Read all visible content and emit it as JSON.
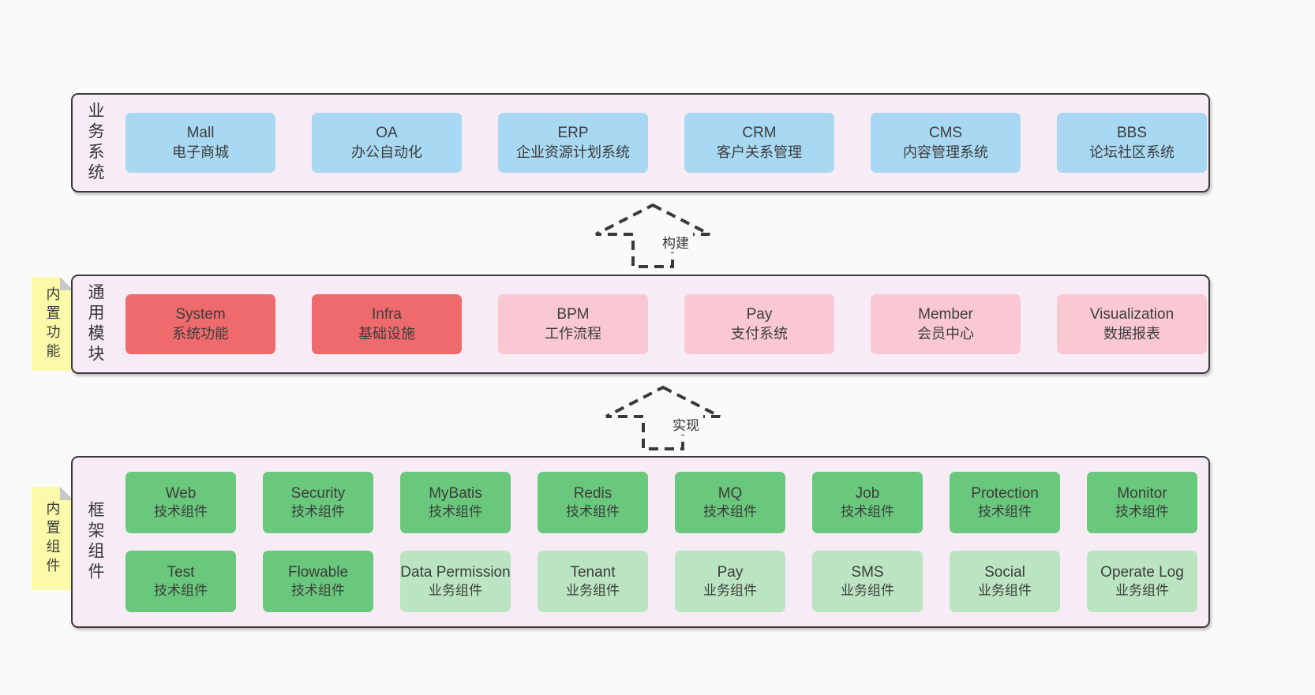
{
  "colors": {
    "page_bg": "#fafafa",
    "band_bg": "#f7ecf5",
    "band_border": "#3a3a3a",
    "box_blue": "#a8d8f2",
    "box_red": "#ee6a6d",
    "box_pink": "#f9c8d2",
    "box_green": "#69c87b",
    "box_lightgreen": "#bbe5c2",
    "sticky_yellow": "#fafaa8",
    "sticky_fold": "#c7c7c7"
  },
  "arrows": [
    {
      "label": "构建"
    },
    {
      "label": "实现"
    }
  ],
  "bands": [
    {
      "title": "业务系统",
      "items": [
        {
          "en": "Mall",
          "zh": "电子商城"
        },
        {
          "en": "OA",
          "zh": "办公自动化"
        },
        {
          "en": "ERP",
          "zh": "企业资源计划系统"
        },
        {
          "en": "CRM",
          "zh": "客户关系管理"
        },
        {
          "en": "CMS",
          "zh": "内容管理系统"
        },
        {
          "en": "BBS",
          "zh": "论坛社区系统"
        }
      ]
    },
    {
      "title": "通用模块",
      "sticky": "内置功能",
      "items": [
        {
          "en": "System",
          "zh": "系统功能"
        },
        {
          "en": "Infra",
          "zh": "基础设施"
        },
        {
          "en": "BPM",
          "zh": "工作流程"
        },
        {
          "en": "Pay",
          "zh": "支付系统"
        },
        {
          "en": "Member",
          "zh": "会员中心"
        },
        {
          "en": "Visualization",
          "zh": "数据报表"
        }
      ]
    },
    {
      "title": "框架组件",
      "sticky": "内置组件",
      "row1": [
        {
          "en": "Web",
          "zh": "技术组件"
        },
        {
          "en": "Security",
          "zh": "技术组件"
        },
        {
          "en": "MyBatis",
          "zh": "技术组件"
        },
        {
          "en": "Redis",
          "zh": "技术组件"
        },
        {
          "en": "MQ",
          "zh": "技术组件"
        },
        {
          "en": "Job",
          "zh": "技术组件"
        },
        {
          "en": "Protection",
          "zh": "技术组件"
        },
        {
          "en": "Monitor",
          "zh": "技术组件"
        }
      ],
      "row2": [
        {
          "en": "Test",
          "zh": "技术组件"
        },
        {
          "en": "Flowable",
          "zh": "技术组件"
        },
        {
          "en": "Data Permission",
          "zh": "业务组件"
        },
        {
          "en": "Tenant",
          "zh": "业务组件"
        },
        {
          "en": "Pay",
          "zh": "业务组件"
        },
        {
          "en": "SMS",
          "zh": "业务组件"
        },
        {
          "en": "Social",
          "zh": "业务组件"
        },
        {
          "en": "Operate Log",
          "zh": "业务组件"
        }
      ]
    }
  ]
}
